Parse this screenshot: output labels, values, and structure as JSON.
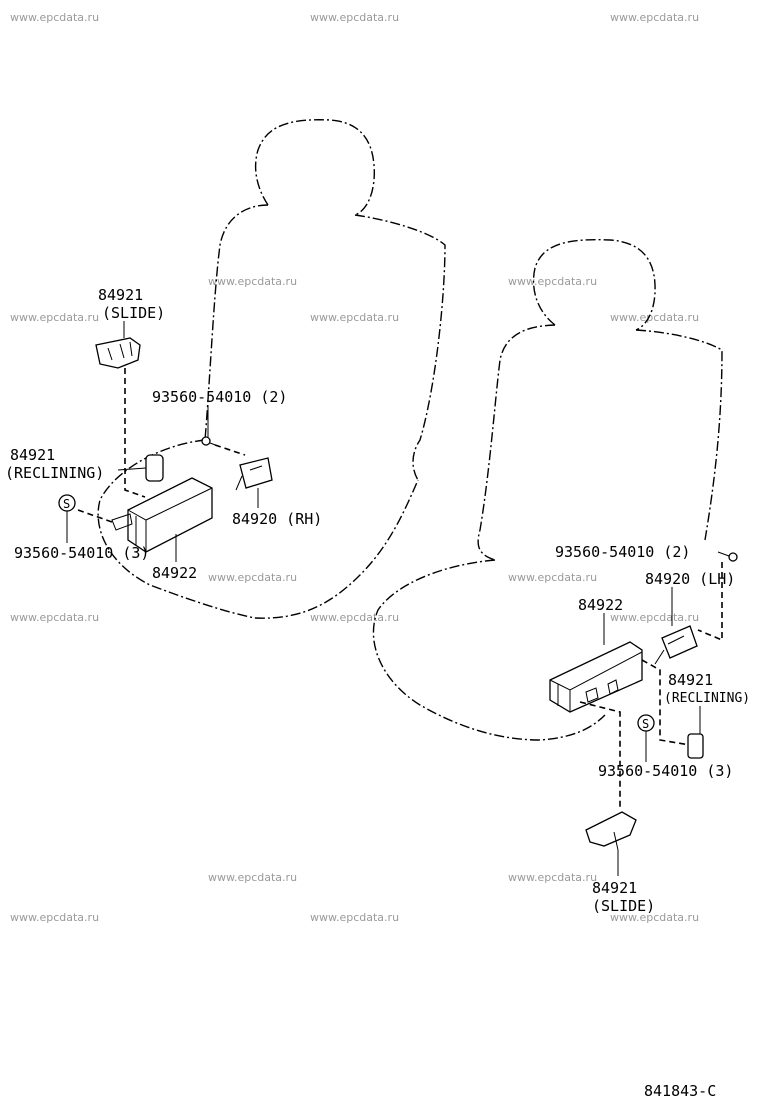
{
  "watermark": "www.epcdata.ru",
  "labels": {
    "left_slide_num": "84921",
    "left_slide_name": "(SLIDE)",
    "left_bolt_top": "93560-54010 (2)",
    "left_reclining_num": "84921",
    "left_reclining_name": "(RECLINING)",
    "left_switch_rh": "84920 (RH)",
    "left_bolt_bottom": "93560-54010 (3)",
    "left_base": "84922",
    "right_bolt_top": "93560-54010 (2)",
    "right_switch_lh": "84920 (LH)",
    "right_base": "84922",
    "right_reclining_num": "84921",
    "right_reclining_name": "(RECLINING)",
    "right_bolt_bottom": "93560-54010 (3)",
    "right_slide_num": "84921",
    "right_slide_name": "(SLIDE)",
    "diagram_code": "841843-C"
  },
  "symbols": {
    "s_mark": "S"
  }
}
